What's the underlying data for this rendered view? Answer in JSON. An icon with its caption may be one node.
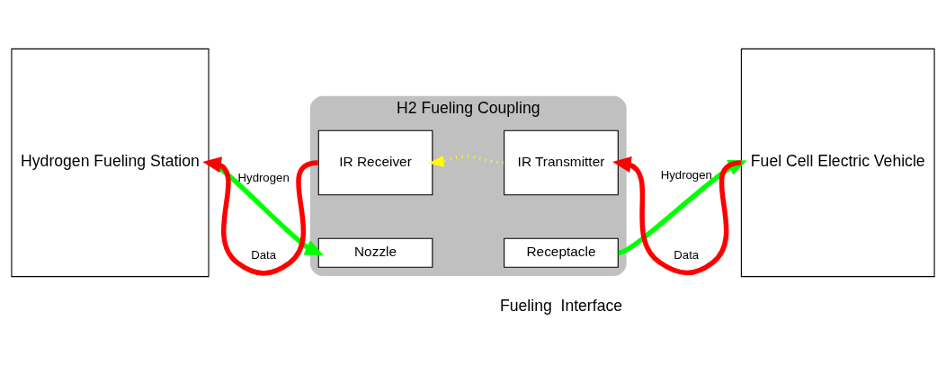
{
  "diagram": {
    "nodes": [
      {
        "text": [
          "Hydrogen Fueling Station"
        ]
      },
      {
        "text": [
          "H2 Fueling Coupling"
        ]
      },
      {
        "text": [
          "IR Receiver"
        ],
        "in": 1
      },
      {
        "text": [
          "IR Transmitter"
        ],
        "in": 1
      },
      {
        "text": [
          "Nozzle"
        ],
        "in": 1
      },
      {
        "text": [
          "Receptacle"
        ],
        "in": 1
      },
      {
        "text": [
          "Fuel Cell Electric Vehicle"
        ]
      }
    ],
    "edges": [
      {
        "from": 2,
        "to": 0,
        "arrow": "to",
        "label": "Data",
        "color": "#ff0000"
      },
      {
        "from": 6,
        "to": 3,
        "arrow": "to",
        "label": "Data",
        "color": "#ff0000"
      },
      {
        "from": 3,
        "to": 2,
        "arrow": "to",
        "style": "dashed",
        "color": "#ffff00"
      },
      {
        "from": 0,
        "to": 4,
        "arrow": "to",
        "label": "Hydrogen",
        "color": "#00ff00"
      },
      {
        "from": 5,
        "to": 6,
        "arrow": "to",
        "label": "Hydrogen",
        "color": "#00ff00"
      }
    ],
    "labels": [
      "Fueling  Interface"
    ]
  }
}
